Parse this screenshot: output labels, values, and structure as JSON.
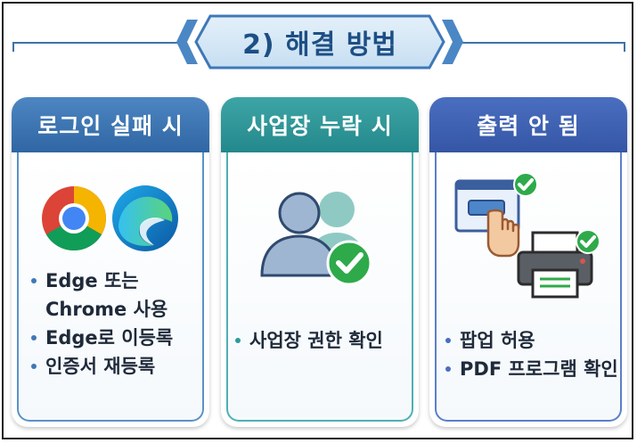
{
  "header": {
    "title": "2) 해결 방법"
  },
  "cards": [
    {
      "title": "로그인 실패 시",
      "icons": [
        "chrome-logo",
        "edge-logo"
      ],
      "bullets": [
        "Edge 또는",
        "Chrome 사용",
        "Edge로 이등록",
        "인증서 재등록"
      ]
    },
    {
      "title": "사업장 누락 시",
      "icons": [
        "users-check-icon"
      ],
      "bullets": [
        "사업장 권한 확인"
      ]
    },
    {
      "title": "출력 안 됨",
      "icons": [
        "popup-click-icon",
        "printer-icon"
      ],
      "bullets": [
        "팝업 허용",
        "PDF 프로그램 확인"
      ]
    }
  ],
  "colors": {
    "card1": "#2f66a3",
    "card2": "#23888b",
    "card3": "#3556a5",
    "check": "#2eaa4a"
  }
}
